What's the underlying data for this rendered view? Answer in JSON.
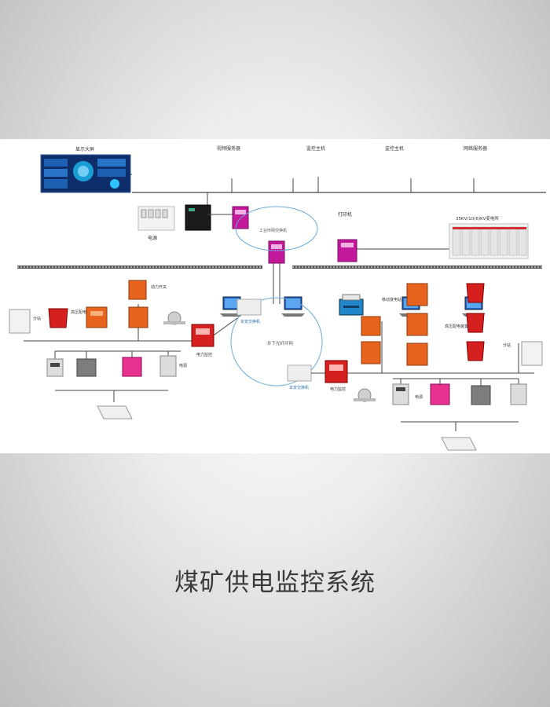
{
  "caption": "煤矿供电监控系统",
  "top_devices": [
    {
      "label": "显示大屏"
    },
    {
      "label": "视频服务器"
    },
    {
      "label": "监控主机"
    },
    {
      "label": "监控主机"
    },
    {
      "label": "网络服务器"
    }
  ],
  "surface": {
    "ups_label": "电源",
    "ring_label": "工业环网交换机",
    "printer_label": "打印机",
    "substation_label": "35KV/10(6)KV变电所"
  },
  "underground": {
    "ring_label": "井下光纤环网",
    "switch_left_label": "本安交换机",
    "switch_right_label": "本安交换机",
    "monitor_left_label": "电力监控",
    "monitor_right_label": "电力监控",
    "left_labels": [
      "分站",
      "高压配电装置",
      "动力开关",
      "电源"
    ],
    "right_labels": [
      "移动变电站",
      "高压配电装置",
      "电源",
      "分站"
    ]
  },
  "colors": {
    "orange": "#e8641e",
    "red": "#d62020",
    "magenta": "#c2189a",
    "line": "#333333",
    "ring": "#6aa9d8"
  }
}
